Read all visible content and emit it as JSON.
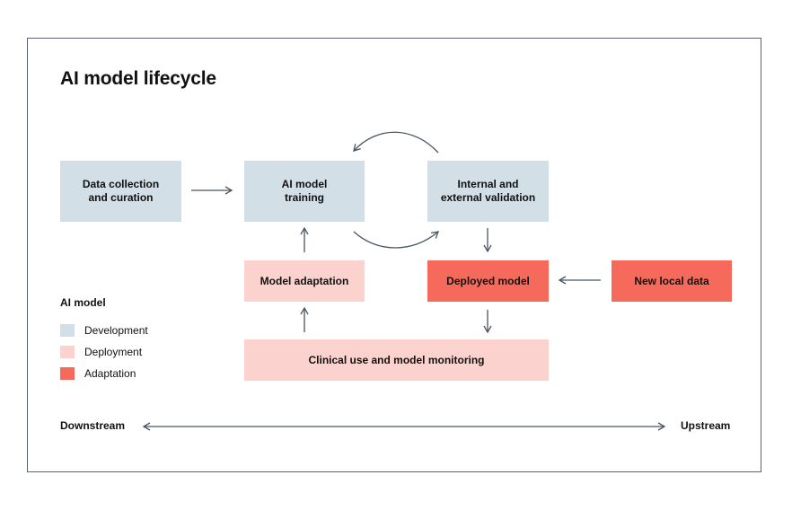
{
  "title": "AI model lifecycle",
  "nodes": {
    "data_collection": "Data collection\nand curation",
    "ai_training": "AI model\ntraining",
    "validation": "Internal and\nexternal validation",
    "model_adaptation": "Model adaptation",
    "deployed_model": "Deployed model",
    "new_local_data": "New local data",
    "clinical_use": "Clinical use and model monitoring"
  },
  "legend": {
    "title": "AI model",
    "items": [
      {
        "label": "Development",
        "color": "#d3dfe7"
      },
      {
        "label": "Deployment",
        "color": "#fcd2ce"
      },
      {
        "label": "Adaptation",
        "color": "#f56a5a"
      }
    ]
  },
  "axis": {
    "left_label": "Downstream",
    "right_label": "Upstream"
  },
  "colors": {
    "development": "#d3dfe7",
    "deployment": "#fcd2ce",
    "adaptation": "#f56a5a",
    "arrow": "#4a5563",
    "frame": "#5b6470"
  }
}
